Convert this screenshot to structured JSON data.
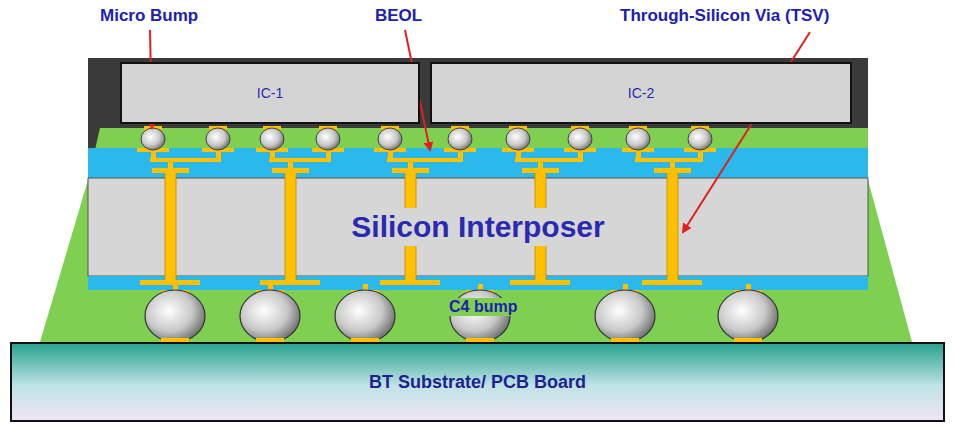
{
  "diagram": {
    "nodes": [
      {
        "text": [
          "IC-1"
        ]
      },
      {
        "text": [
          "IC-2"
        ]
      },
      {
        "text": [
          "Silicon Interposer"
        ]
      },
      {
        "text": [
          "BT Substrate/ PCB Board"
        ]
      }
    ],
    "labels": [
      "Micro Bump",
      "BEOL",
      "Through-Silicon Via (TSV)",
      "C4 bump"
    ]
  }
}
